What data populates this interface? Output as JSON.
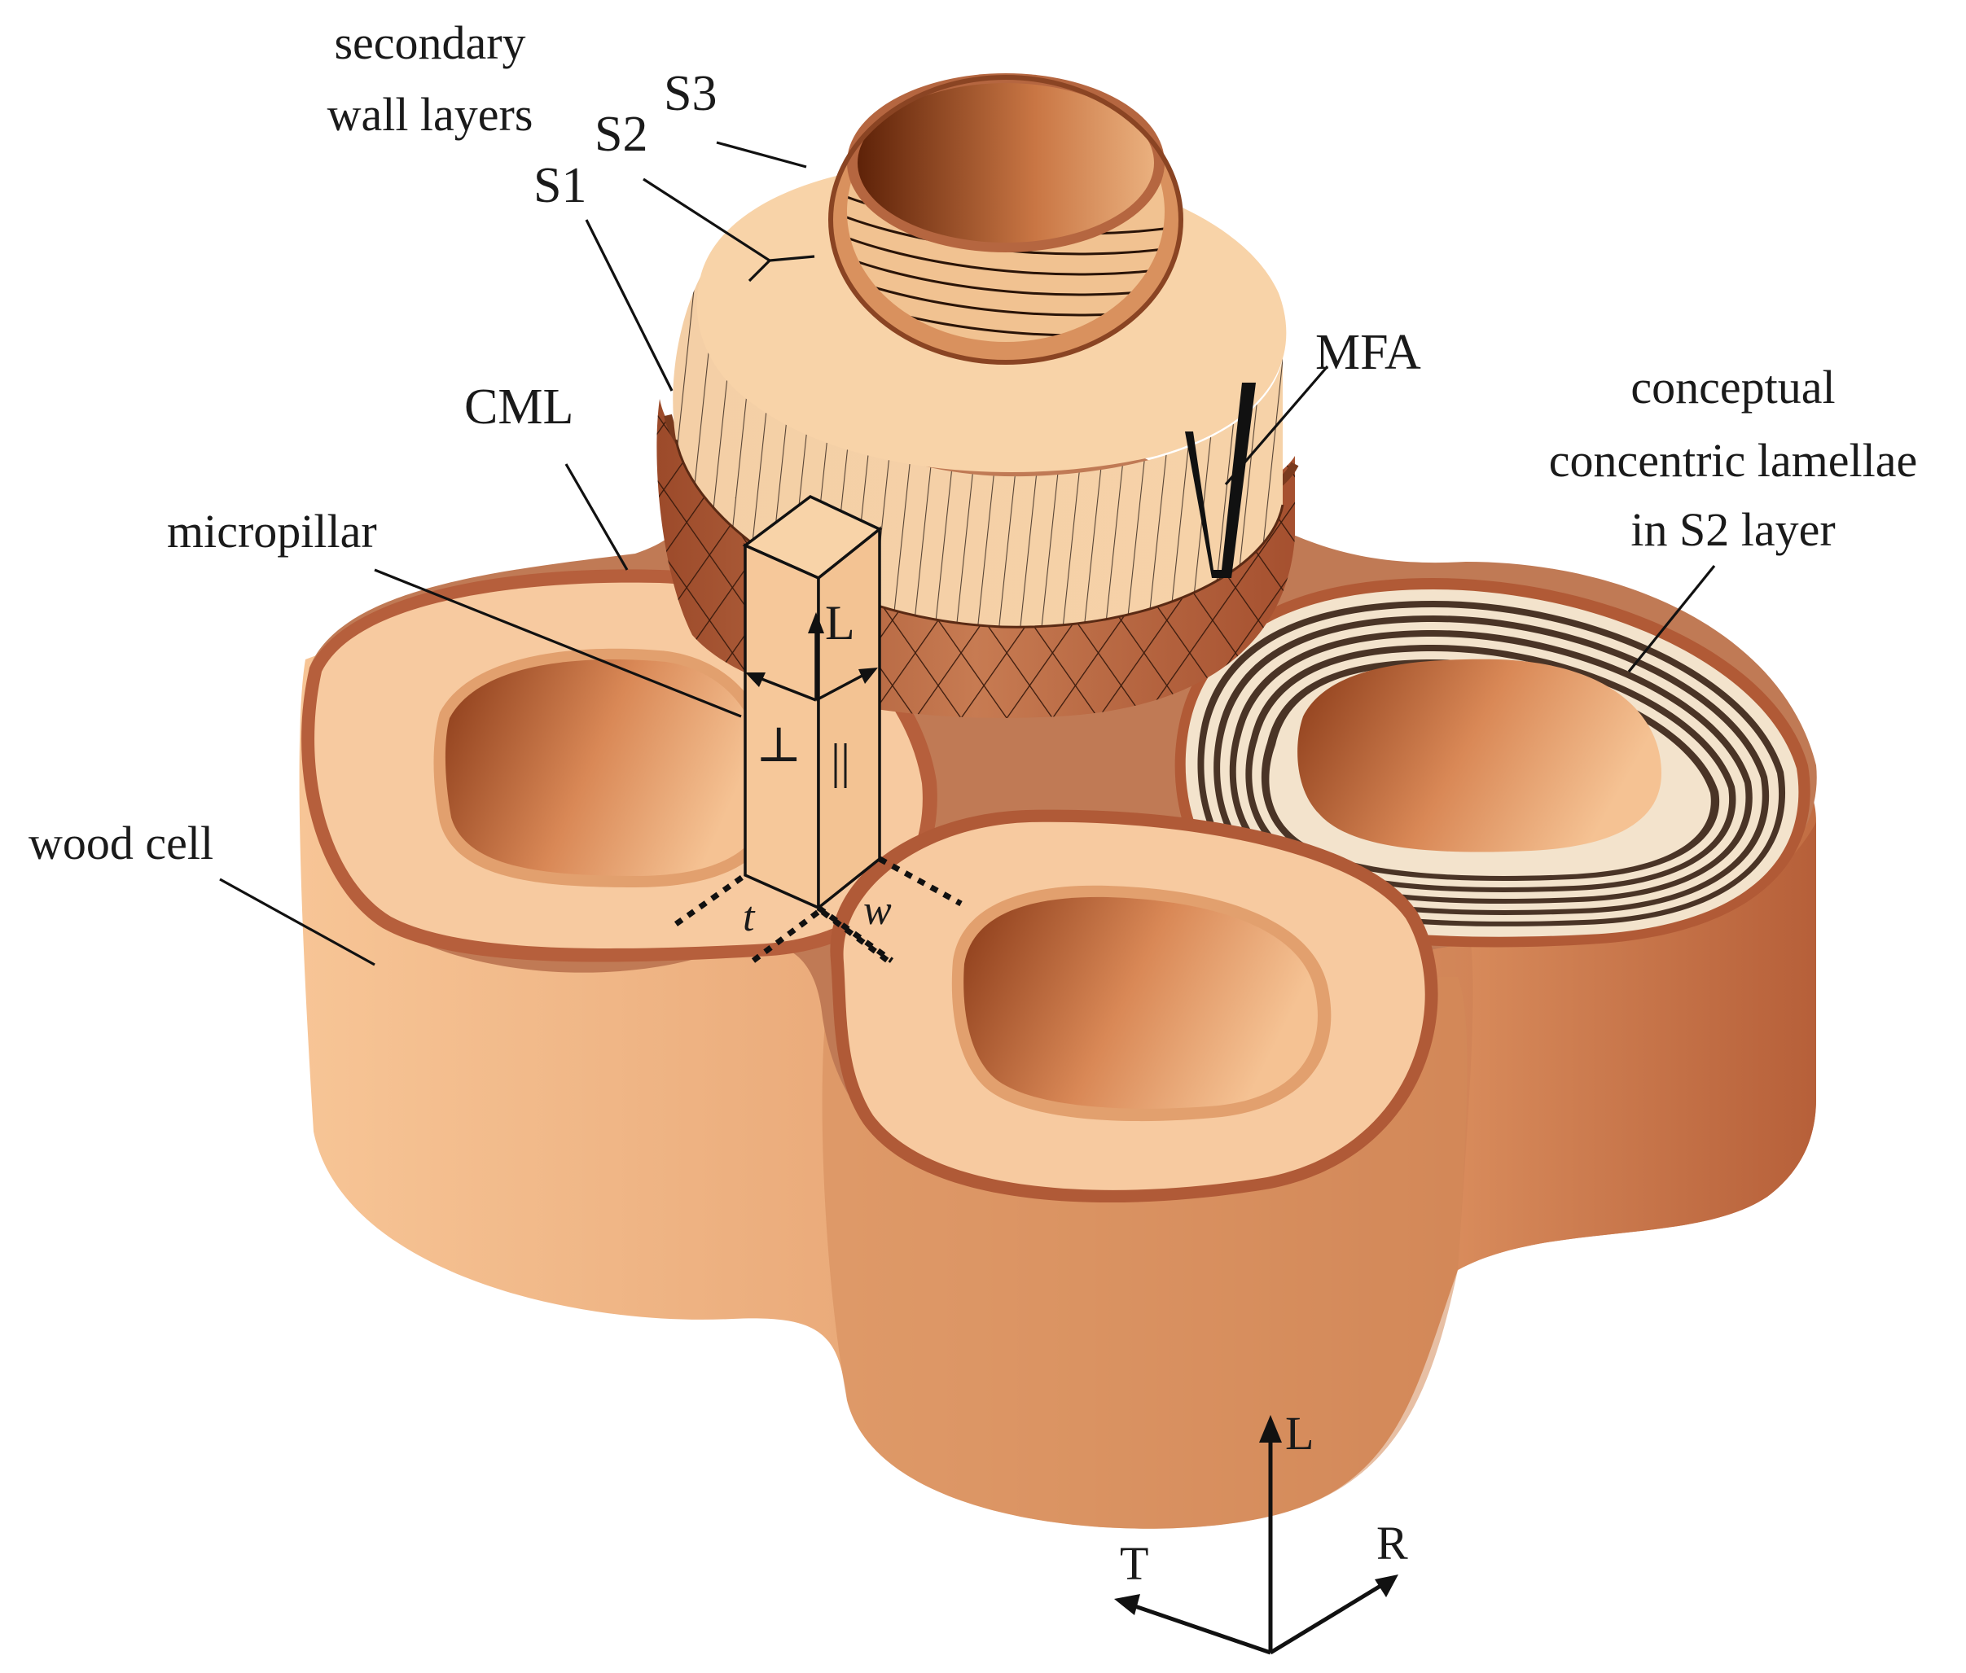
{
  "labels": {
    "secondary_line1": "secondary",
    "secondary_line2": "wall layers",
    "s3": "S3",
    "s2": "S2",
    "s1": "S1",
    "cml": "CML",
    "micropillar": "micropillar",
    "mfa": "MFA",
    "conceptual_line1": "conceptual",
    "conceptual_line2": "concentric lamellae",
    "conceptual_line3": "in S2 layer",
    "wood_cell": "wood cell",
    "pillar_L": "L",
    "pillar_perp": "⊥",
    "pillar_parallel": "||",
    "pillar_t": "t",
    "pillar_w": "w",
    "axis_L": "L",
    "axis_T": "T",
    "axis_R": "R"
  },
  "colors": {
    "wall_light": "#f6c89a",
    "wall_mid": "#e09a68",
    "wall_dark": "#b9633c",
    "middle_lamella": "#b86a48",
    "lumen_dark": "#7e3314",
    "lumen_light": "#f0b684",
    "lamellae_dark": "#4a3426",
    "lamellae_light": "#f3e3cc",
    "ink": "#111111"
  }
}
